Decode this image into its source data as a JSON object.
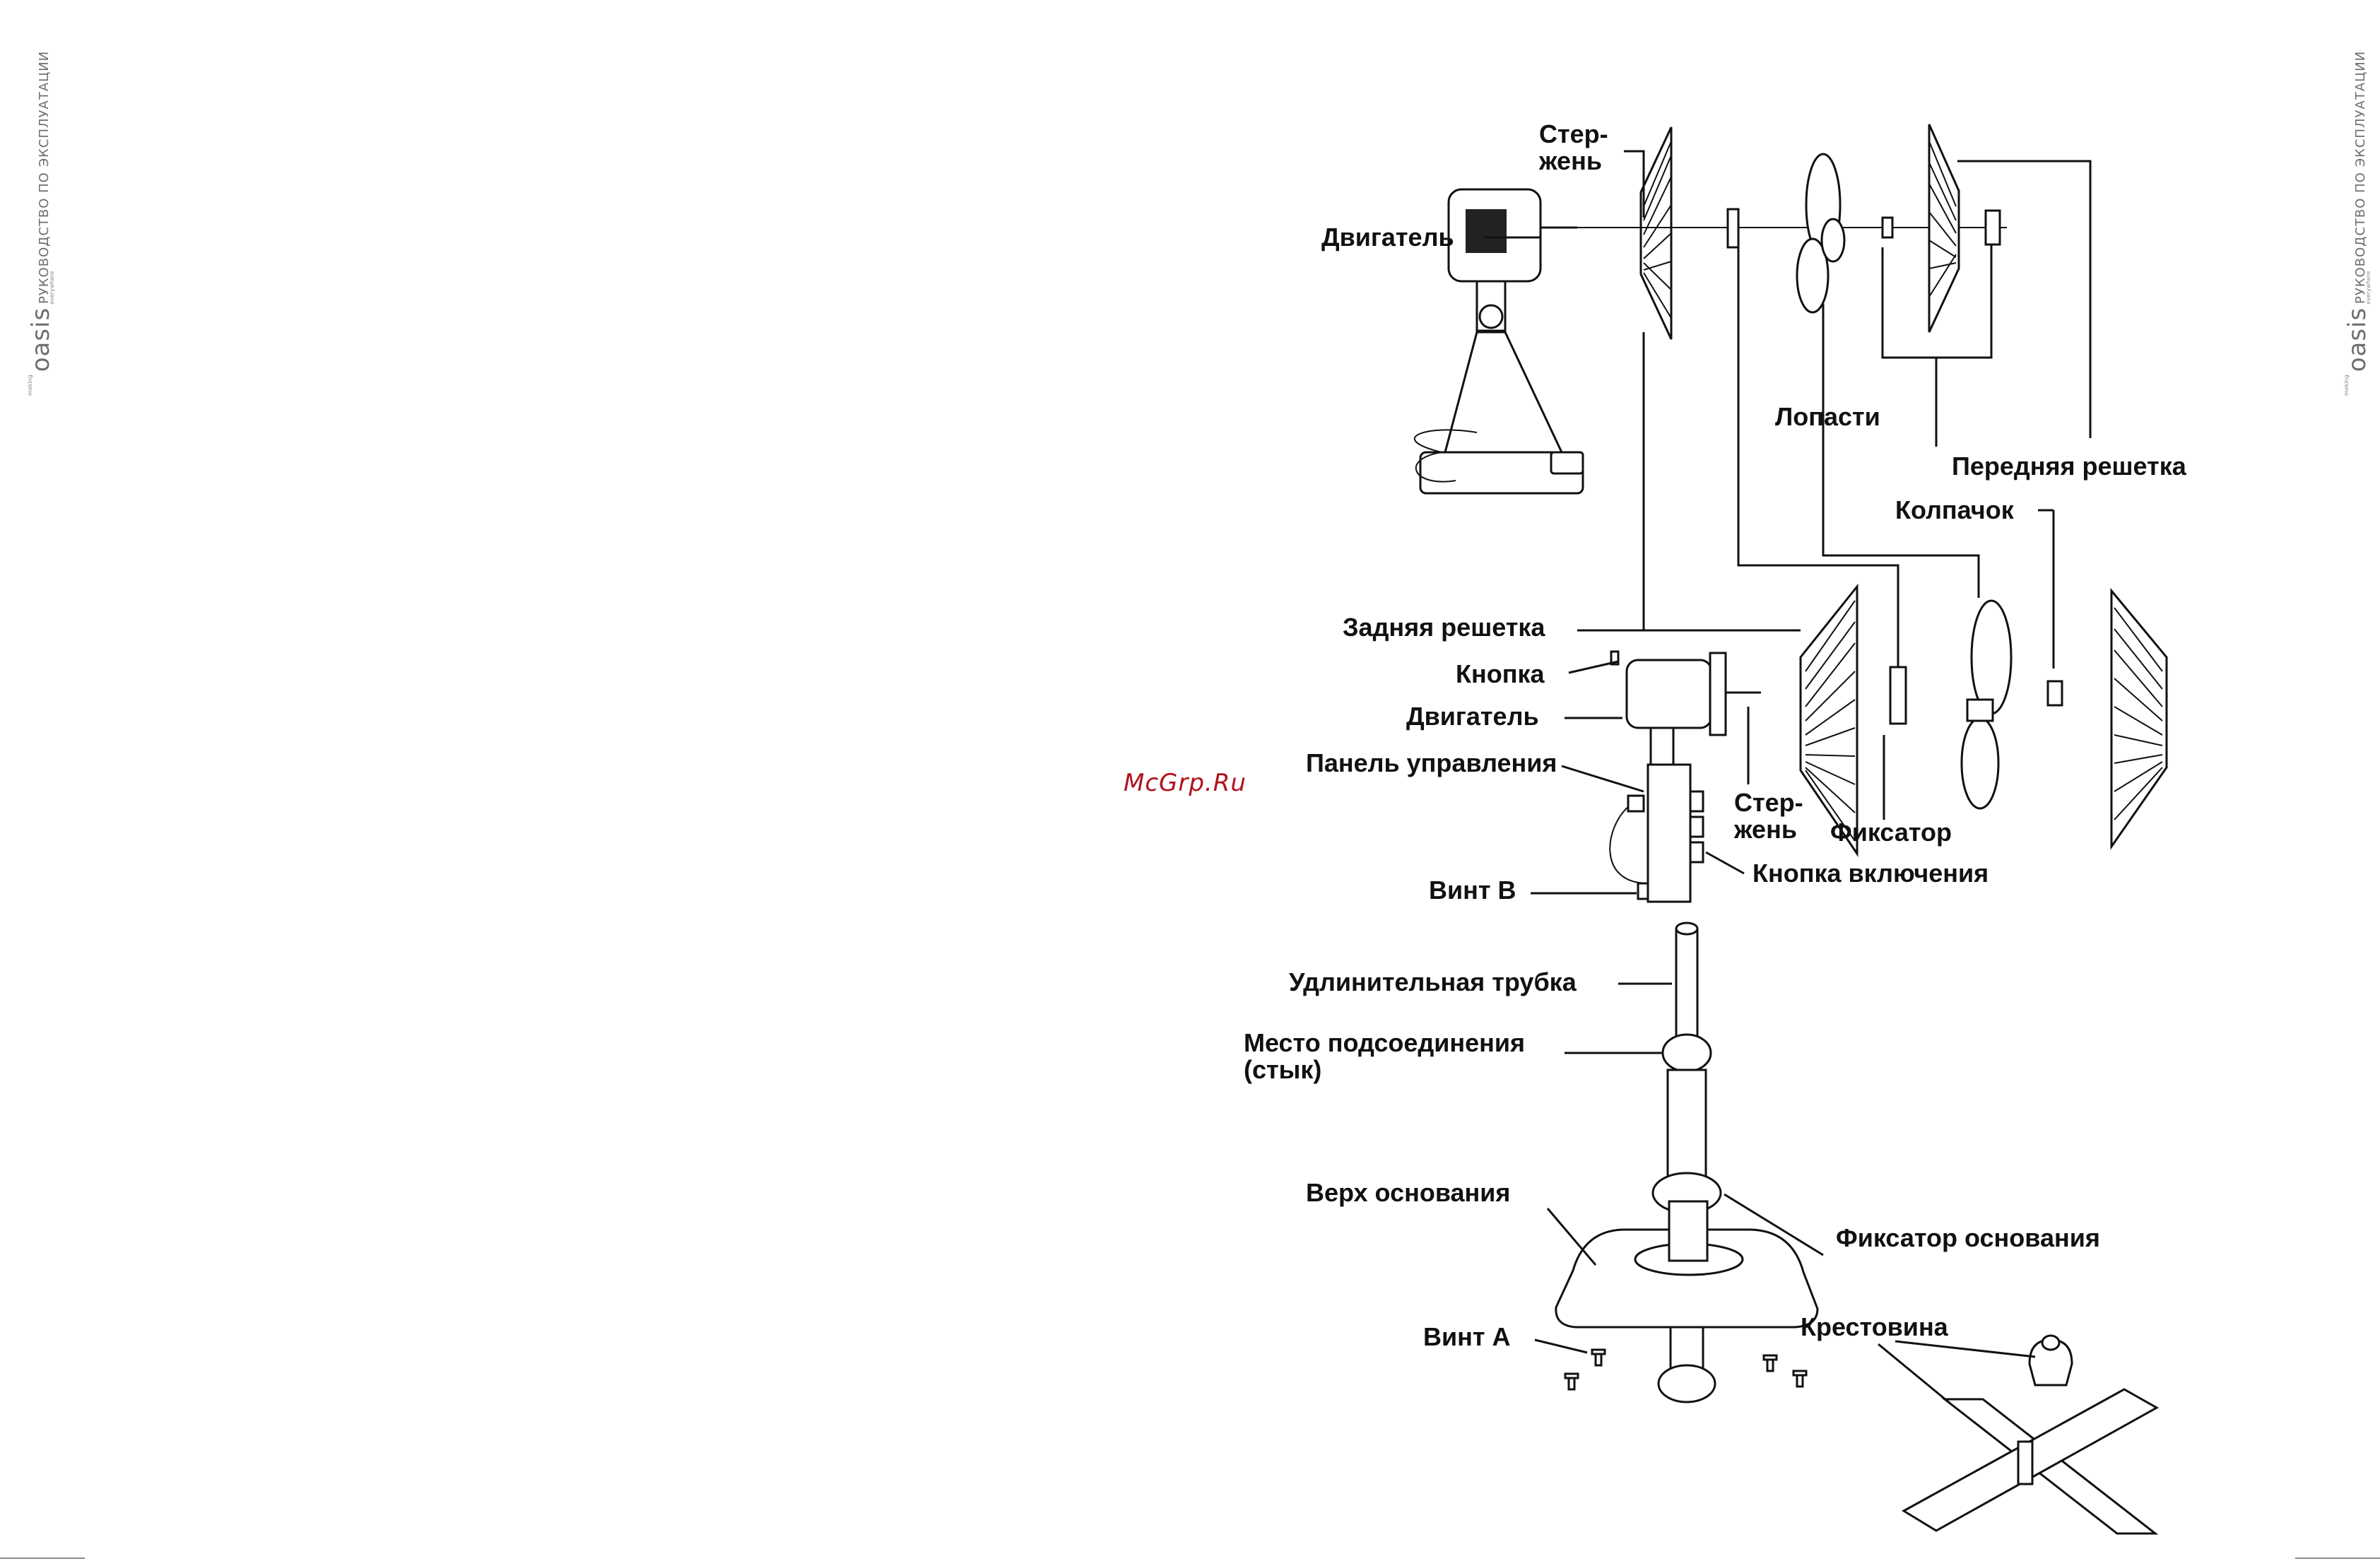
{
  "header": {
    "manual_title": "РУКОВОДСТВО ПО ЭКСПЛУАТАЦИИ",
    "brand": "oasis",
    "tag_making": "making",
    "tag_everywhere": "everywhere"
  },
  "watermark": "McGrp.Ru",
  "labels": {
    "shaft_top": "Стер-\nжень",
    "motor_top": "Двигатель",
    "blades": "Лопасти",
    "front_grille_top": "Передняя решетка",
    "cap": "Колпачок",
    "rear_grille": "Задняя решетка",
    "button": "Кнопка",
    "motor": "Двигатель",
    "control_panel": "Панель управления",
    "shaft": "Стер-\nжень",
    "latch": "Фиксатор",
    "power_button": "Кнопка включения",
    "screw_b": "Винт В",
    "extension_tube": "Удлинительная трубка",
    "joint": "Место подсоединения\n(стык)",
    "base_top": "Верх основания",
    "base_latch": "Фиксатор основания",
    "screw_a": "Винт А",
    "crosspiece": "Крестовина"
  },
  "colors": {
    "watermark": "#b0121e",
    "line": "#111111",
    "side_text": "#6e6e6e"
  }
}
